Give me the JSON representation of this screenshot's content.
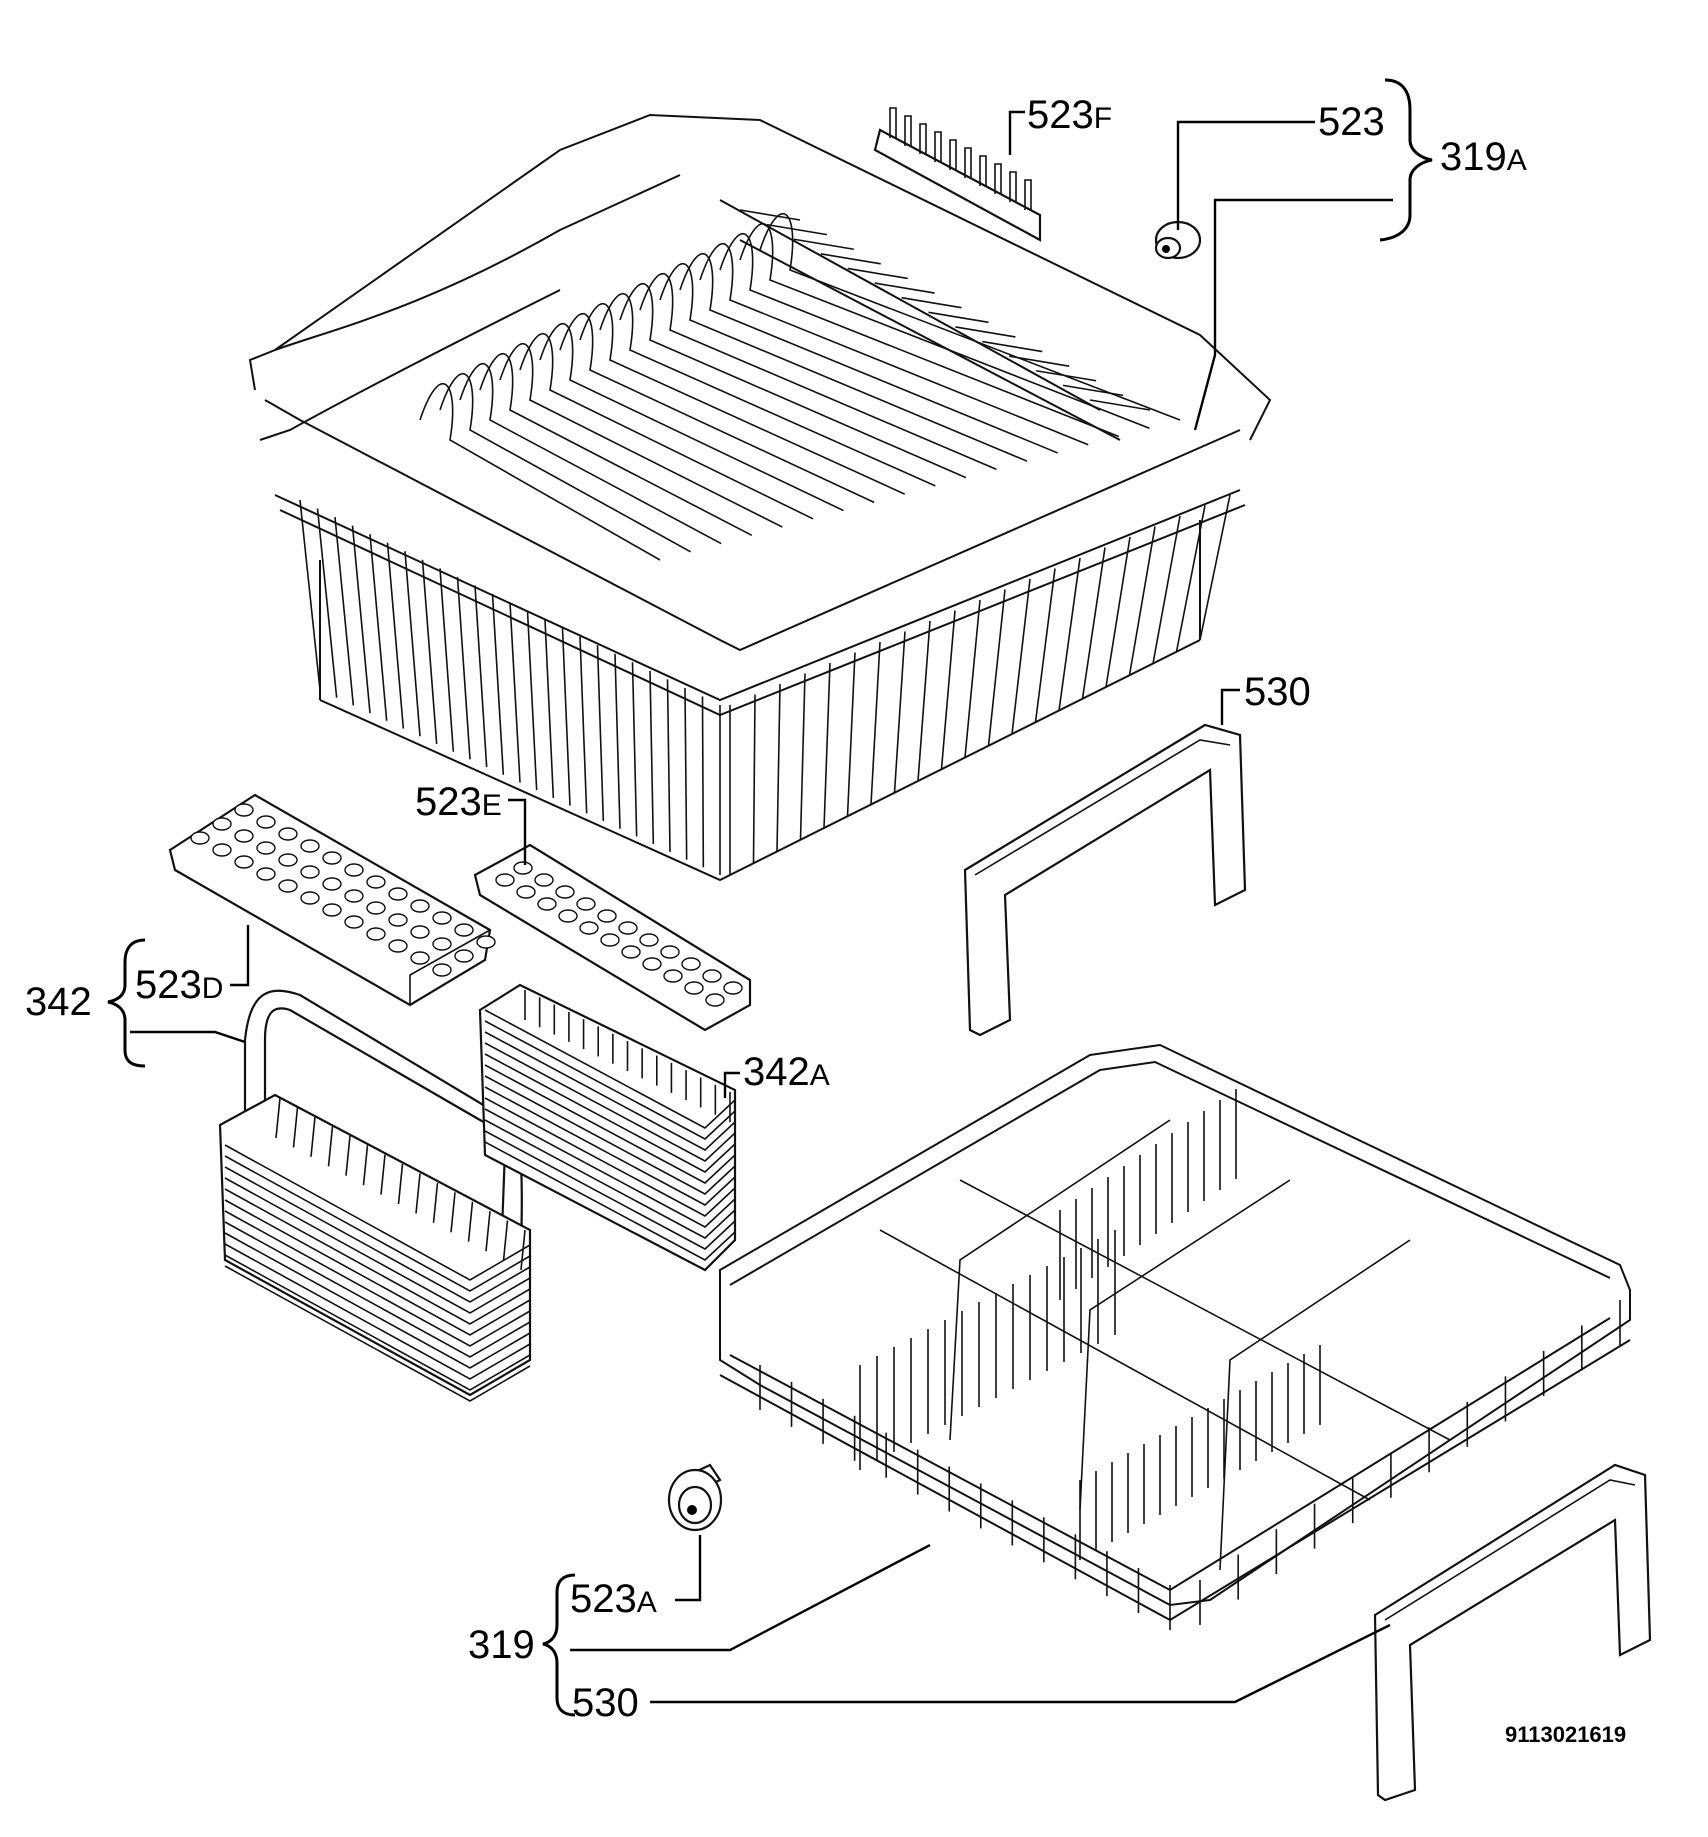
{
  "diagram_code": "9113021619",
  "labels": {
    "l_523F": {
      "num": "523",
      "suf": "F"
    },
    "l_523": {
      "num": "523",
      "suf": ""
    },
    "l_319A": {
      "num": "319",
      "suf": "A"
    },
    "l_530_top": {
      "num": "530",
      "suf": ""
    },
    "l_523E": {
      "num": "523",
      "suf": "E"
    },
    "l_523D": {
      "num": "523",
      "suf": "D"
    },
    "l_342": {
      "num": "342",
      "suf": ""
    },
    "l_342A": {
      "num": "342",
      "suf": "A"
    },
    "l_523A": {
      "num": "523",
      "suf": "A"
    },
    "l_319": {
      "num": "319",
      "suf": ""
    },
    "l_530_bottom": {
      "num": "530",
      "suf": ""
    }
  }
}
